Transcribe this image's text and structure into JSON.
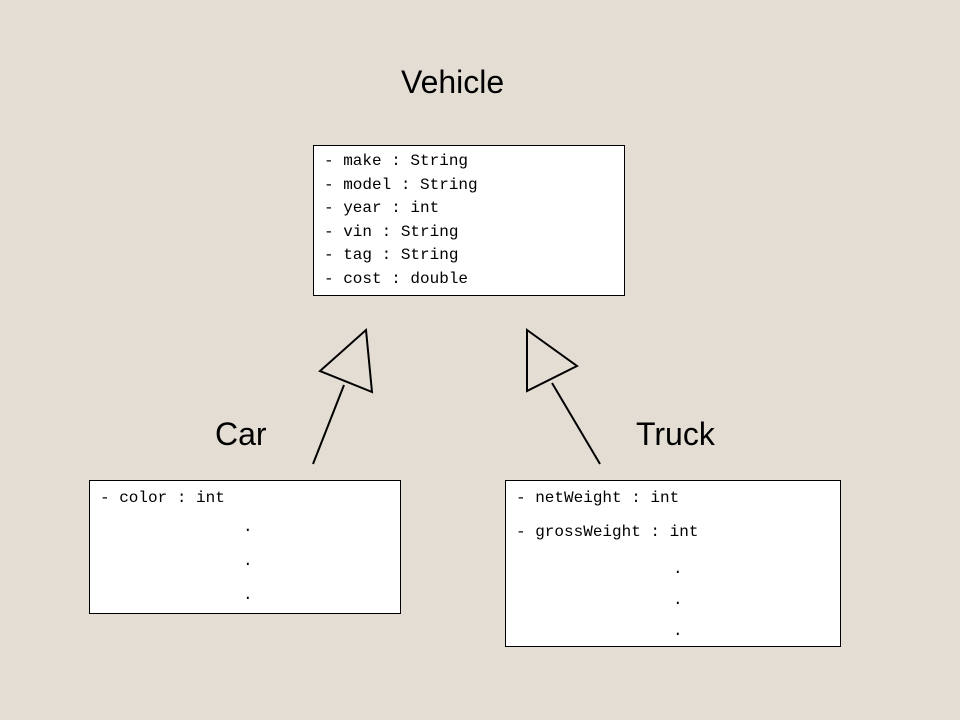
{
  "diagram": {
    "vehicle": {
      "title": "Vehicle",
      "attributes": [
        "- make : String",
        "- model : String",
        "- year : int",
        "- vin : String",
        "- tag : String",
        "- cost : double"
      ]
    },
    "car": {
      "title": "Car",
      "attributes": [
        "- color : int"
      ],
      "ellipsis": [
        ".",
        ".",
        "."
      ]
    },
    "truck": {
      "title": "Truck",
      "attributes": [
        "- netWeight : int",
        "- grossWeight : int"
      ],
      "ellipsis": [
        ".",
        ".",
        "."
      ]
    }
  }
}
